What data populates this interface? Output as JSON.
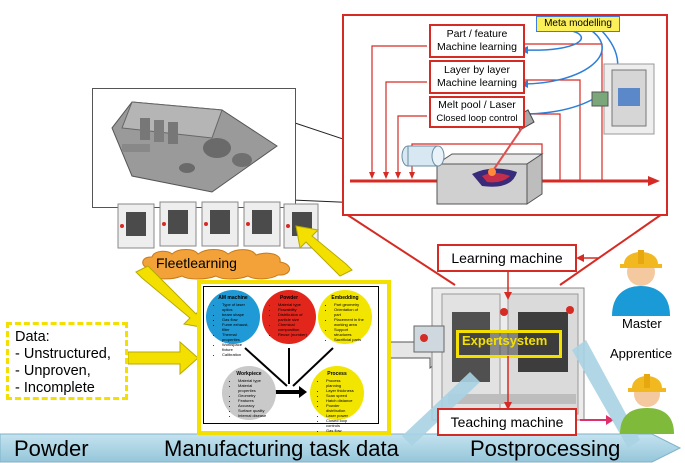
{
  "top_panel": {
    "meta_label": "Meta modelling",
    "level_boxes": [
      {
        "line1": "Part / feature",
        "line2": "Machine learning"
      },
      {
        "line1": "Layer by layer",
        "line2": "Machine learning"
      },
      {
        "line1": "Melt pool / Laser",
        "line2": "Closed loop control"
      }
    ]
  },
  "fleet_label": "Fleetlearning",
  "data_box": {
    "title": "Data:",
    "items": [
      "- Unstructured,",
      "- Unproven,",
      "- Incomplete"
    ]
  },
  "knowledge_panel": {
    "circles": [
      {
        "title": "AM machine",
        "color": "#1f9ad6",
        "items": [
          "Type of laser optics",
          "beam shape",
          "Gas flow",
          "Fume exhaust, filter",
          "Thermal properties",
          "Workspace fixture",
          "Calibration"
        ]
      },
      {
        "title": "Powder",
        "color": "#e3261c",
        "items": [
          "Material type",
          "Flowability",
          "Distribution of particle size",
          "Chemical composition",
          "Reuse (number)"
        ]
      },
      {
        "title": "Embedding",
        "color": "#f2e500",
        "items": [
          "Part geometry",
          "Orientation of part",
          "Placement in the working area",
          "Support structures",
          "Sacrificial parts"
        ]
      },
      {
        "title": "Workpiece",
        "color": "#c9c9c9",
        "items": [
          "Material type",
          "Material properties",
          "Geometry",
          "Features",
          "Accuracy",
          "Surface quality",
          "Internal disease"
        ]
      },
      {
        "title": "Process",
        "color": "#f2e500",
        "items": [
          "Process planning",
          "Layer thickness",
          "Scan speed",
          "Hatch distance",
          "Powder distribution",
          "Laser power",
          "Closed loop controls",
          "Gas flow"
        ]
      }
    ]
  },
  "expert_system_label": "Expertsystem",
  "learning_machine_label": "Learning machine",
  "teaching_machine_label": "Teaching machine",
  "master_label": "Master",
  "apprentice_label": "Apprentice",
  "bottom_arrow": {
    "labels": [
      "Powder",
      "Manufacturing task data",
      "Postprocessing"
    ]
  },
  "colors": {
    "red": "#d62b24",
    "yellow": "#f4e000",
    "arrow_fill": "#a9d3e3",
    "sky": "#bfe0ef",
    "helmet": "#f2b820",
    "worker_blue": "#1a9bd7",
    "worker_green": "#7fba3a"
  }
}
